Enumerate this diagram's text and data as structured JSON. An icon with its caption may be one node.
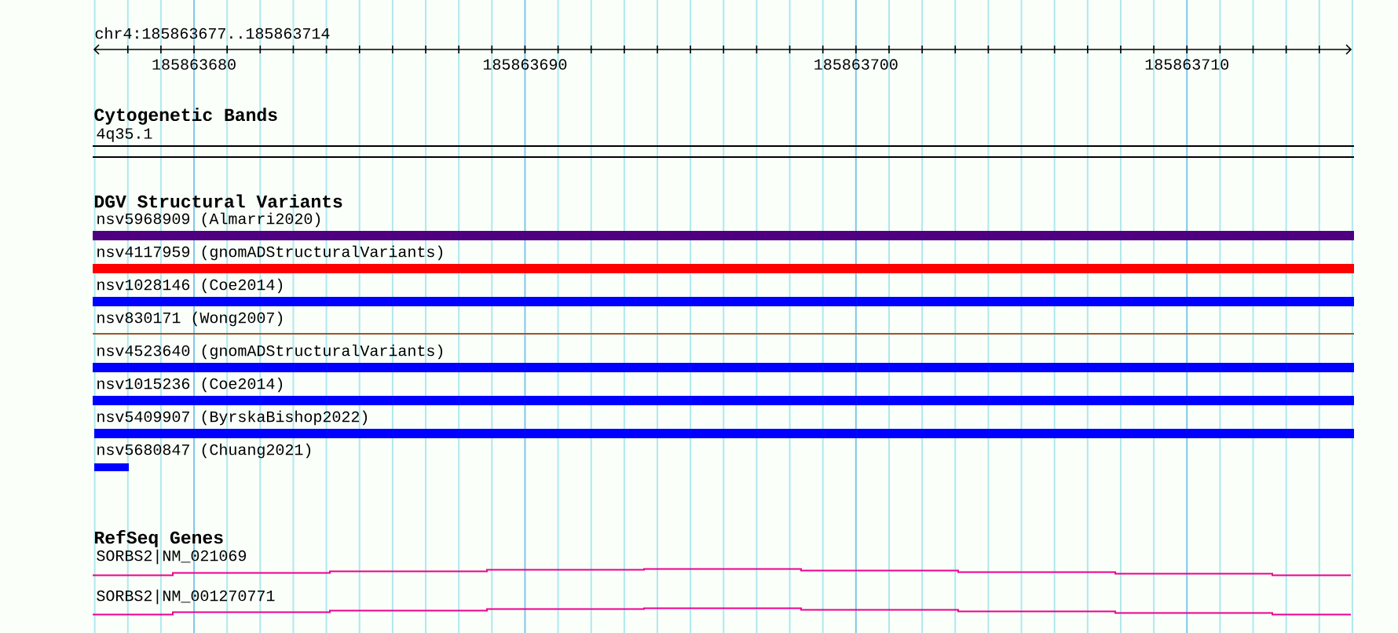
{
  "diagram": {
    "nodes": [
      {
        "text": [
          "4q35.1"
        ]
      },
      {
        "text": [
          "nsv5968909 (Almarri2020)"
        ]
      },
      {
        "text": [
          "nsv4117959 (gnomADStructuralVariants)"
        ]
      },
      {
        "text": [
          "nsv1028146 (Coe2014)"
        ]
      },
      {
        "text": [
          "nsv830171 (Wong2007)"
        ]
      },
      {
        "text": [
          "nsv4523640 (gnomADStructuralVariants)"
        ]
      },
      {
        "text": [
          "nsv1015236 (Coe2014)"
        ]
      },
      {
        "text": [
          "nsv5409907 (ByrskaBishop2022)"
        ]
      },
      {
        "text": [
          "nsv5680847 (Chuang2021)"
        ]
      },
      {
        "text": [
          "SORBS2|NM_021069"
        ]
      },
      {
        "text": [
          "SORBS2|NM_001270771"
        ]
      }
    ],
    "edges": [],
    "labels": [
      "chr4:185863677..185863714",
      "185863680",
      "185863690",
      "185863700",
      "185863710",
      "Cytogenetic Bands",
      "DGV Structural Variants",
      "RefSeq Genes"
    ]
  }
}
